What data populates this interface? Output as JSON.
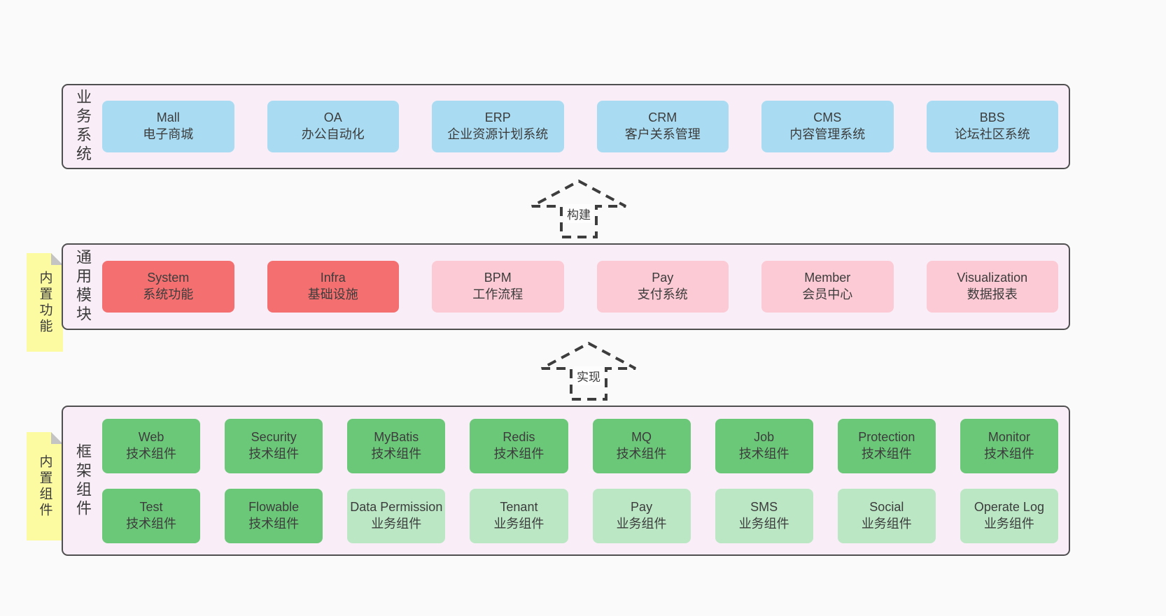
{
  "colors": {
    "blue": "#a9dcf2",
    "red": "#f47070",
    "pink": "#fccad4",
    "green_dark": "#6cc879",
    "green_light": "#bbe7c5",
    "band_bg": "#f9eef7",
    "band_border": "#4f4f4f",
    "sticky_bg": "#fcfba2",
    "sticky_fold": "#c4c4c4",
    "text": "#3b3b3b"
  },
  "arrows": [
    {
      "label": "构建"
    },
    {
      "label": "实现"
    }
  ],
  "bands": [
    {
      "label": "业务系统",
      "sticky": null,
      "rows": [
        [
          {
            "title": "Mall",
            "subtitle": "电子商城",
            "color": "blue"
          },
          {
            "title": "OA",
            "subtitle": "办公自动化",
            "color": "blue"
          },
          {
            "title": "ERP",
            "subtitle": "企业资源计划系统",
            "color": "blue"
          },
          {
            "title": "CRM",
            "subtitle": "客户关系管理",
            "color": "blue"
          },
          {
            "title": "CMS",
            "subtitle": "内容管理系统",
            "color": "blue"
          },
          {
            "title": "BBS",
            "subtitle": "论坛社区系统",
            "color": "blue"
          }
        ]
      ]
    },
    {
      "label": "通用模块",
      "sticky": "内置功能",
      "rows": [
        [
          {
            "title": "System",
            "subtitle": "系统功能",
            "color": "red"
          },
          {
            "title": "Infra",
            "subtitle": "基础设施",
            "color": "red"
          },
          {
            "title": "BPM",
            "subtitle": "工作流程",
            "color": "pink"
          },
          {
            "title": "Pay",
            "subtitle": "支付系统",
            "color": "pink"
          },
          {
            "title": "Member",
            "subtitle": "会员中心",
            "color": "pink"
          },
          {
            "title": "Visualization",
            "subtitle": "数据报表",
            "color": "pink"
          }
        ]
      ]
    },
    {
      "label": "框架组件",
      "sticky": "内置组件",
      "rows": [
        [
          {
            "title": "Web",
            "subtitle": "技术组件",
            "color": "green_dark"
          },
          {
            "title": "Security",
            "subtitle": "技术组件",
            "color": "green_dark"
          },
          {
            "title": "MyBatis",
            "subtitle": "技术组件",
            "color": "green_dark"
          },
          {
            "title": "Redis",
            "subtitle": "技术组件",
            "color": "green_dark"
          },
          {
            "title": "MQ",
            "subtitle": "技术组件",
            "color": "green_dark"
          },
          {
            "title": "Job",
            "subtitle": "技术组件",
            "color": "green_dark"
          },
          {
            "title": "Protection",
            "subtitle": "技术组件",
            "color": "green_dark"
          },
          {
            "title": "Monitor",
            "subtitle": "技术组件",
            "color": "green_dark"
          }
        ],
        [
          {
            "title": "Test",
            "subtitle": "技术组件",
            "color": "green_dark"
          },
          {
            "title": "Flowable",
            "subtitle": "技术组件",
            "color": "green_dark"
          },
          {
            "title": "Data Permission",
            "subtitle": "业务组件",
            "color": "green_light"
          },
          {
            "title": "Tenant",
            "subtitle": "业务组件",
            "color": "green_light"
          },
          {
            "title": "Pay",
            "subtitle": "业务组件",
            "color": "green_light"
          },
          {
            "title": "SMS",
            "subtitle": "业务组件",
            "color": "green_light"
          },
          {
            "title": "Social",
            "subtitle": "业务组件",
            "color": "green_light"
          },
          {
            "title": "Operate Log",
            "subtitle": "业务组件",
            "color": "green_light"
          }
        ]
      ]
    }
  ]
}
